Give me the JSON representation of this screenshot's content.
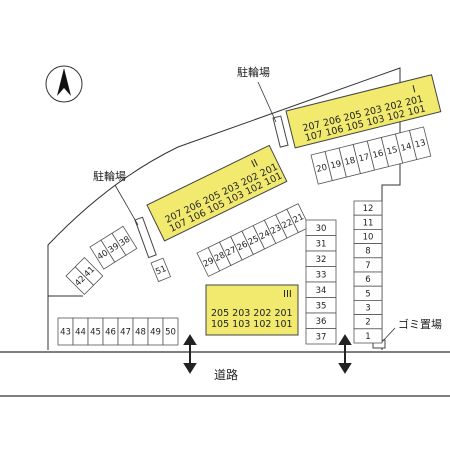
{
  "colors": {
    "building": "#f1ea6f",
    "line": "#333333",
    "background": "#ffffff"
  },
  "icons": {
    "north_arrow": "north-arrow-icon",
    "road_arrow": "double-arrow-icon"
  },
  "labels": {
    "bicycle_parking": "駐輪場",
    "garbage": "ゴミ置場",
    "road": "道路"
  },
  "buildings": {
    "I": {
      "numeral": "I",
      "upper": "207 206 205 203 202 201",
      "lower": "107 106 105 103 102 101"
    },
    "II": {
      "numeral": "II",
      "upper": "207 206 205 203 202 201",
      "lower": "107 106 105 103 102 101"
    },
    "III": {
      "numeral": "III",
      "upper": "205 203 202 201",
      "lower": "105 103 102 101"
    }
  },
  "parking": {
    "row_13_20": [
      "20",
      "19",
      "18",
      "17",
      "16",
      "15",
      "14",
      "13"
    ],
    "row_21_29": [
      "29",
      "28",
      "27",
      "26",
      "25",
      "24",
      "23",
      "22",
      "21"
    ],
    "row_38_40": [
      "40",
      "39",
      "38"
    ],
    "pair_41_42": [
      "42",
      "41"
    ],
    "single_51": "51",
    "row_43_50": [
      "43",
      "44",
      "45",
      "46",
      "47",
      "48",
      "49",
      "50"
    ],
    "column_30_37": [
      "30",
      "31",
      "32",
      "33",
      "34",
      "35",
      "36",
      "37"
    ],
    "column_1_12": [
      "12",
      "11",
      "10",
      "8",
      "7",
      "6",
      "5",
      "3",
      "2",
      "1"
    ]
  }
}
